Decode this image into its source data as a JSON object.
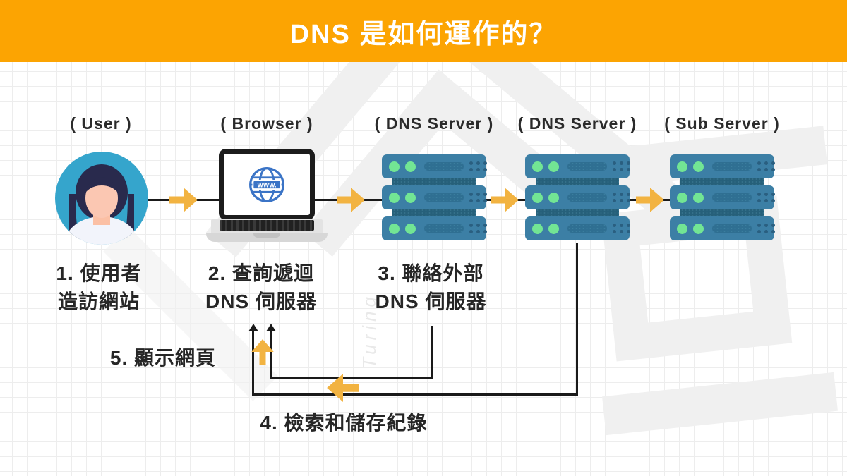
{
  "header": {
    "title": "DNS 是如何運作的？"
  },
  "nodes": [
    {
      "label": "( User )",
      "type": "user"
    },
    {
      "label": "( Browser )",
      "type": "browser"
    },
    {
      "label": "( DNS Server )",
      "type": "dns-server"
    },
    {
      "label": "( DNS Server )",
      "type": "dns-server"
    },
    {
      "label": "( Sub Server )",
      "type": "sub-server"
    }
  ],
  "steps": {
    "s1": {
      "l1": "1. 使用者",
      "l2": "造訪網站"
    },
    "s2": {
      "l1": "2. 查詢遞迴",
      "l2": "DNS 伺服器"
    },
    "s3": {
      "l1": "3. 聯絡外部",
      "l2": "DNS 伺服器"
    },
    "s4": {
      "l1": "4. 檢索和儲存紀錄"
    },
    "s5": {
      "l1": "5. 顯示網頁"
    }
  },
  "browser_icon": {
    "globe_text": "WWW."
  },
  "watermark": {
    "text": "Turing"
  },
  "colors": {
    "header_bg": "#fca402",
    "arrow_orange": "#f2b341",
    "server_body": "#3c7fa5",
    "server_dark": "#26607a",
    "server_light_green": "#72e594",
    "avatar_bg": "#35a5cc",
    "globe_blue": "#3b74c6",
    "flow_line": "#1a1a1a",
    "text": "#2a2a2a",
    "grid_line": "#ededed",
    "watermark_gray": "#f0f0f0"
  }
}
